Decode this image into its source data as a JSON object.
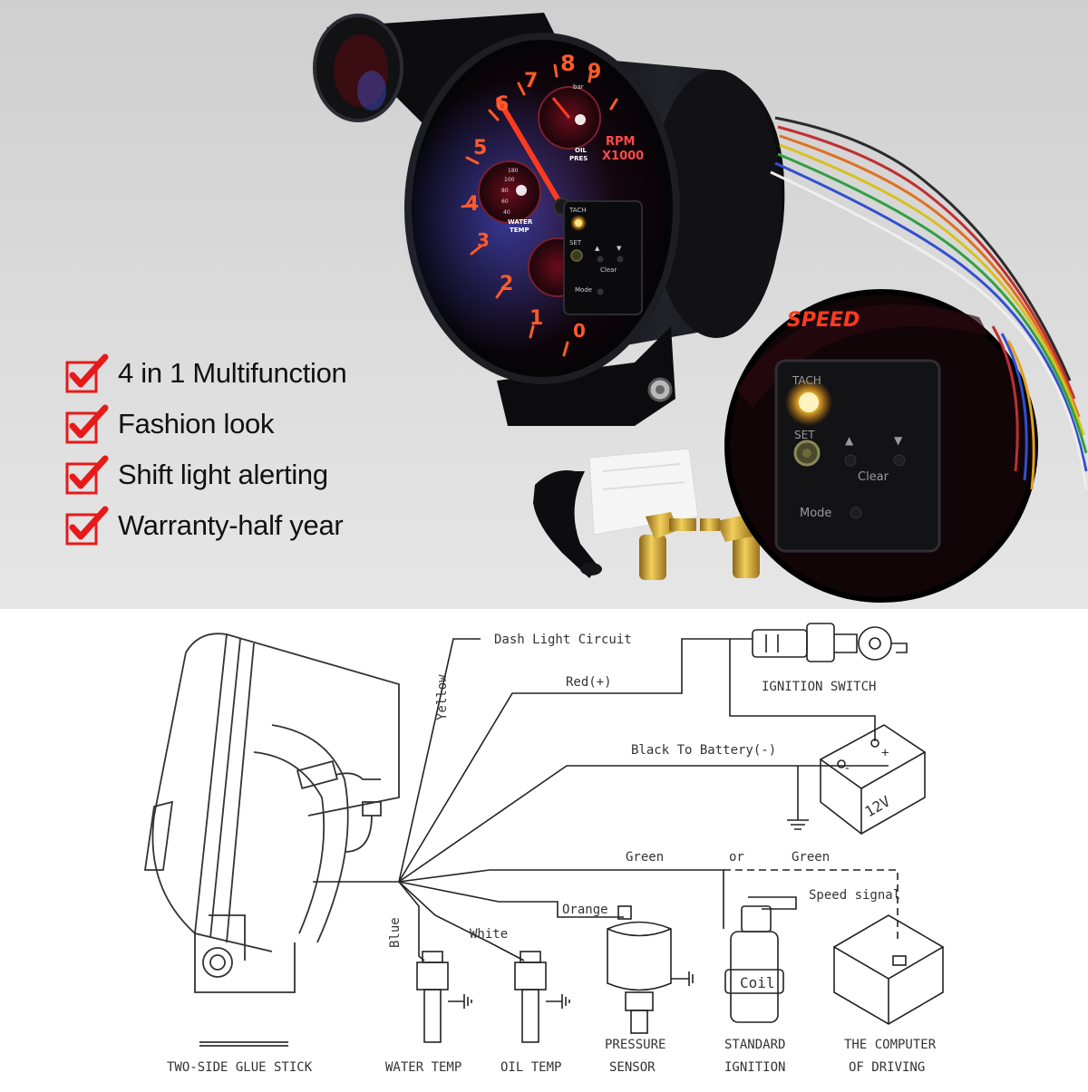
{
  "features": [
    {
      "label": "4 in 1 Multifunction"
    },
    {
      "label": "Fashion look"
    },
    {
      "label": "Shift light alerting"
    },
    {
      "label": "Warranty-half year"
    }
  ],
  "gauge": {
    "rpm_label": "RPM",
    "multiplier": "X1000",
    "tick_numbers": [
      "0",
      "1",
      "2",
      "3",
      "4",
      "5",
      "6",
      "7",
      "8",
      "9"
    ],
    "oil_press_label_1": "OIL",
    "oil_press_label_2": "PRES",
    "oil_unit": "bar",
    "water_temp_label_1": "WATER",
    "water_temp_label_2": "TEMP",
    "water_scale": [
      "180",
      "100",
      "80",
      "60",
      "40"
    ],
    "panel": {
      "tach": "TACH",
      "set": "SET",
      "up": "▲",
      "down": "▼",
      "clear": "Clear",
      "mode": "Mode"
    }
  },
  "zoom": {
    "speed_label": "SPEED",
    "tach": "TACH",
    "set": "SET",
    "up": "▲",
    "down": "▼",
    "clear": "Clear",
    "mode": "Mode"
  },
  "wiring": {
    "dash_light": "Dash Light Circuit",
    "red_plus": "Red(+)",
    "ignition_switch": "IGNITION SWITCH",
    "yellow": "Yellow",
    "black_battery": "Black To Battery(-)",
    "battery_minus": "-",
    "battery_plus": "+",
    "battery_voltage": "12V",
    "green_1": "Green",
    "or": "or",
    "green_2": "Green",
    "speed_signal": "Speed signal",
    "orange": "Orange",
    "white": "White",
    "blue": "Blue",
    "coil": "Coil",
    "labels": {
      "glue": "TWO-SIDE GLUE STICK",
      "water_temp": "WATER TEMP",
      "oil_temp": "OIL TEMP",
      "pressure_1": "PRESSURE",
      "pressure_2": "SENSOR",
      "ignition_1": "STANDARD",
      "ignition_2": "IGNITION",
      "computer_1": "THE COMPUTER",
      "computer_2": "OF DRIVING"
    }
  },
  "colors": {
    "check_red": "#e8191a",
    "glow_red": "#ff3b1f",
    "tach_yellow": "#ffd24a"
  }
}
